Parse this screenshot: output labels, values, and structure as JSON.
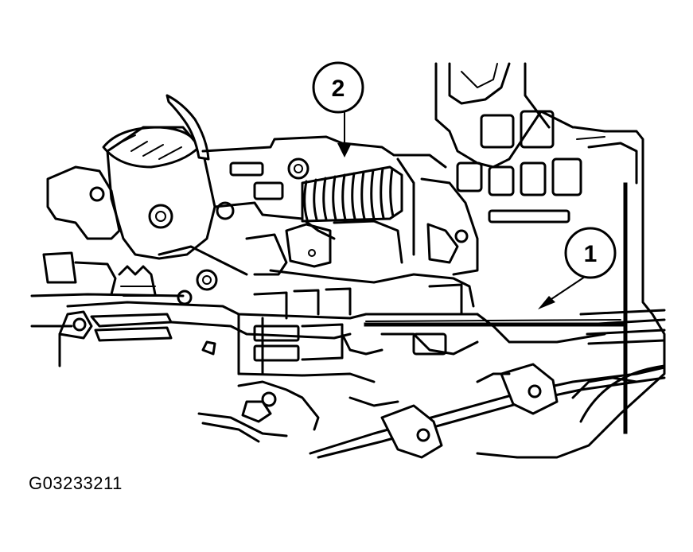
{
  "figure": {
    "id": "G03233211"
  },
  "callouts": [
    {
      "label": "1",
      "target": "tool-rod"
    },
    {
      "label": "2",
      "target": "spring"
    }
  ],
  "colors": {
    "ink": "#000000",
    "paper": "#ffffff"
  }
}
